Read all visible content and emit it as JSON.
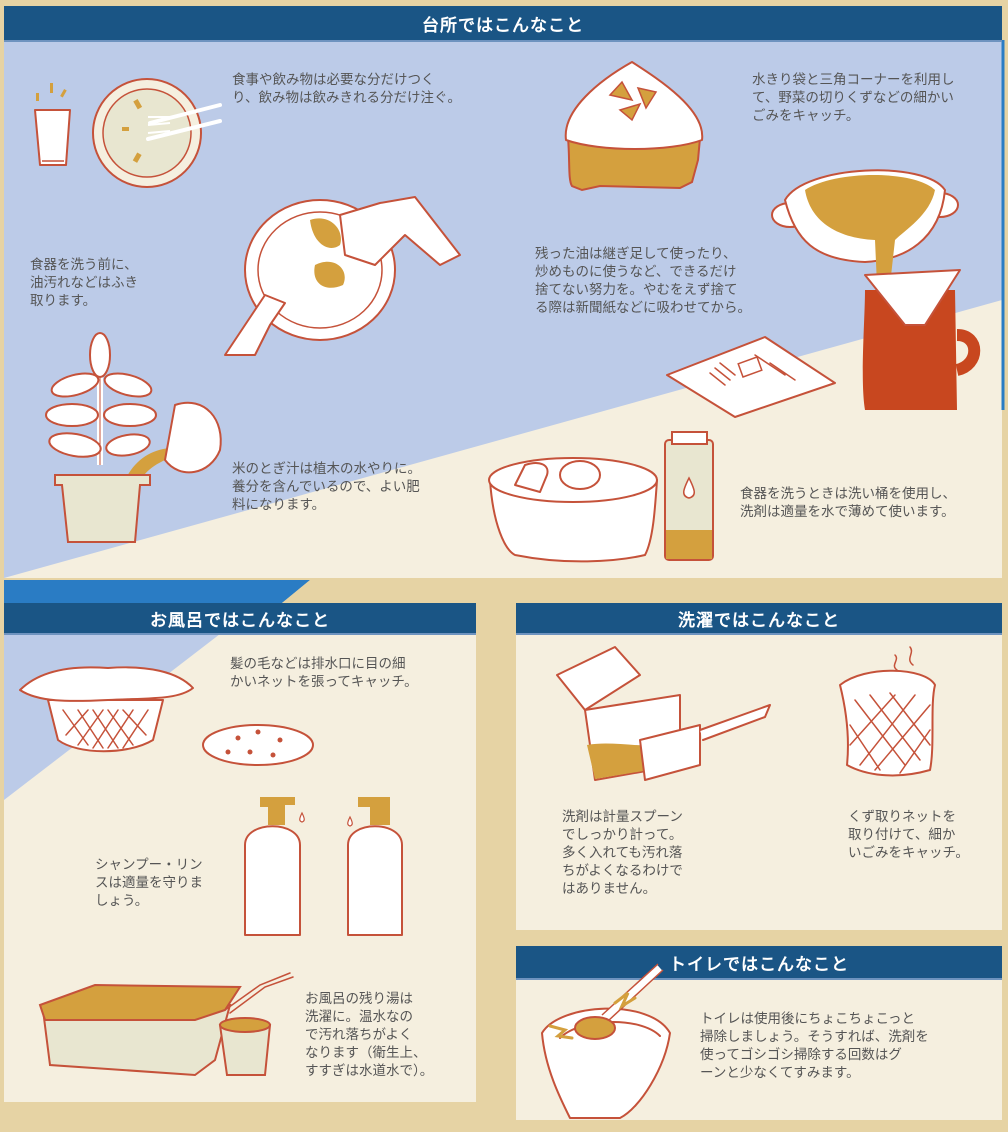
{
  "colors": {
    "header_bg": "#1a5585",
    "sky_blue": "#bccbe8",
    "mid_blue": "#2a7cc4",
    "cream": "#f5efdf",
    "tan": "#e6d3a4",
    "line": "#c5523a",
    "mustard": "#d4a03e",
    "rust": "#c8471f"
  },
  "kitchen": {
    "title": "台所ではこんなこと",
    "tips": [
      {
        "id": "portion",
        "icon": "glass-plate-fork-icon",
        "text": "食事や飲み物は必要な分だけつく\nり、飲み物は飲みきれる分だけ注ぐ。"
      },
      {
        "id": "strainer",
        "icon": "sink-strainer-icon",
        "text": "水きり袋と三角コーナーを利用し\nて、野菜の切りくずなどの細かい\nごみをキャッチ。"
      },
      {
        "id": "wipe",
        "icon": "wiping-plate-icon",
        "text": "食器を洗う前に、\n油汚れなどはふき\n取ります。"
      },
      {
        "id": "oil",
        "icon": "oil-pot-filter-icon",
        "text": "残った油は継ぎ足して使ったり、\n炒めものに使うなど、できるだけ\n捨てない努力を。やむをえず捨て\nる際は新聞紙などに吸わせてから。"
      },
      {
        "id": "rice-water",
        "icon": "plant-watering-icon",
        "text": "米のとぎ汁は植木の水やりに。\n養分を含んでいるので、よい肥\n料になります。"
      },
      {
        "id": "basin",
        "icon": "wash-basin-detergent-icon",
        "text": "食器を洗うときは洗い桶を使用し、\n洗剤は適量を水で薄めて使います。"
      }
    ]
  },
  "bath": {
    "title": "お風呂ではこんなこと",
    "tips": [
      {
        "id": "hair-net",
        "icon": "drain-net-icon",
        "text": "髪の毛などは排水口に目の細\nかいネットを張ってキャッチ。"
      },
      {
        "id": "shampoo",
        "icon": "shampoo-bottles-icon",
        "text": "シャンプー・リン\nスは適量を守りま\nしょう。"
      },
      {
        "id": "leftover-water",
        "icon": "bathtub-bucket-icon",
        "text": "お風呂の残り湯は\n洗濯に。温水なの\nで汚れ落ちがよく\nなります（衛生上、\nすすぎは水道水で）。"
      }
    ]
  },
  "laundry": {
    "title": "洗濯ではこんなこと",
    "tips": [
      {
        "id": "measure",
        "icon": "detergent-box-scoop-icon",
        "text": "洗剤は計量スプーン\nでしっかり計って。\n多く入れても汚れ落\nちがよくなるわけで\nはありません。"
      },
      {
        "id": "lint-net",
        "icon": "lint-net-icon",
        "text": "くず取りネットを\n取り付けて、細か\nいごみをキャッチ。"
      }
    ]
  },
  "toilet": {
    "title": "トイレではこんなこと",
    "tips": [
      {
        "id": "clean",
        "icon": "toilet-brush-icon",
        "text": "トイレは使用後にちょこちょこっと\n掃除しましょう。そうすれば、洗剤を\n使ってゴシゴシ掃除する回数はグ\nーンと少なくてすみます。"
      }
    ]
  }
}
